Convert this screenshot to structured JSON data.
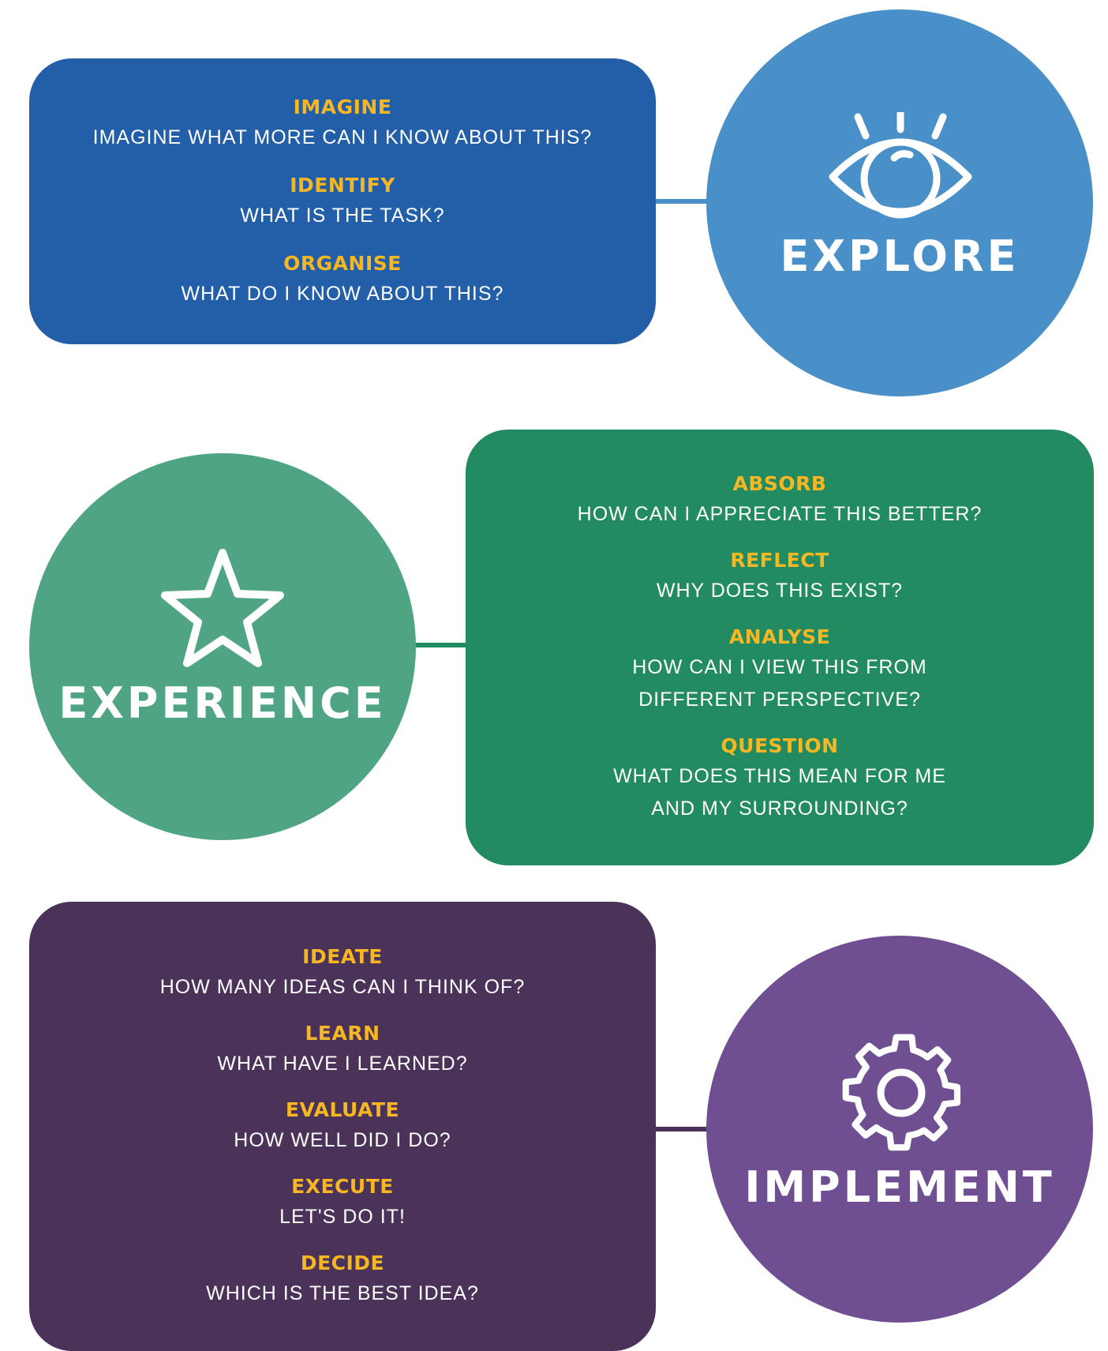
{
  "colors": {
    "explore_box": "#235fa8",
    "explore_circle": "#4a90c8",
    "experience_box": "#228b61",
    "experience_circle": "#4fa583",
    "implement_box": "#4a3259",
    "implement_circle": "#6f4f91",
    "item_title": "#f6b722",
    "item_question": "#ffffff"
  },
  "explore": {
    "label": "EXPLORE",
    "icon": "eye-icon",
    "items": [
      {
        "title": "IMAGINE",
        "question": "IMAGINE  WHAT MORE CAN I KNOW ABOUT THIS?"
      },
      {
        "title": "IDENTIFY",
        "question": "WHAT IS THE TASK?"
      },
      {
        "title": "ORGANISE",
        "question": "WHAT DO I KNOW ABOUT THIS?"
      }
    ]
  },
  "experience": {
    "label": "EXPERIENCE",
    "icon": "star-icon",
    "items": [
      {
        "title": "ABSORB",
        "question": "HOW CAN I APPRECIATE THIS BETTER?"
      },
      {
        "title": "REFLECT",
        "question": "WHY DOES THIS EXIST?"
      },
      {
        "title": "ANALYSE",
        "question": "HOW CAN I VIEW THIS FROM\nDIFFERENT PERSPECTIVE?"
      },
      {
        "title": "QUESTION",
        "question": "WHAT DOES THIS MEAN FOR ME\nAND MY SURROUNDING?"
      }
    ]
  },
  "implement": {
    "label": "IMPLEMENT",
    "icon": "gear-icon",
    "items": [
      {
        "title": "IDEATE",
        "question": "HOW MANY IDEAS  CAN I THINK OF?"
      },
      {
        "title": "LEARN",
        "question": "WHAT HAVE I LEARNED?"
      },
      {
        "title": "EVALUATE",
        "question": "HOW WELL DID I DO?"
      },
      {
        "title": "EXECUTE",
        "question": "LET'S DO IT!"
      },
      {
        "title": "DECIDE",
        "question": "WHICH IS THE BEST IDEA?"
      }
    ]
  }
}
